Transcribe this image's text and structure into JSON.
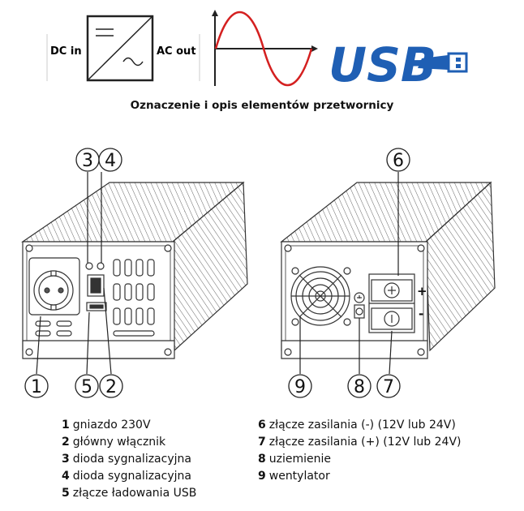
{
  "header": {
    "dc_in_label": "DC in",
    "ac_out_label": "AC out",
    "usb_logo_text": "USB",
    "title": "Oznaczenie i opis elementów przetwornicy"
  },
  "callouts": {
    "c1": "1",
    "c2": "2",
    "c3": "3",
    "c4": "4",
    "c5": "5",
    "c6": "6",
    "c7": "7",
    "c8": "8",
    "c9": "9",
    "plus_sign": "+",
    "minus_sign": "-"
  },
  "legend": {
    "left": [
      {
        "num": "1",
        "text": "gniazdo 230V"
      },
      {
        "num": "2",
        "text": "główny włącznik"
      },
      {
        "num": "3",
        "text": "dioda sygnalizacyjna"
      },
      {
        "num": "4",
        "text": "dioda sygnalizacyjna"
      },
      {
        "num": "5",
        "text": "złącze ładowania USB"
      }
    ],
    "right": [
      {
        "num": "6",
        "text": "złącze zasilania (-) (12V lub 24V)"
      },
      {
        "num": "7",
        "text": "złącze zasilania (+) (12V lub 24V)"
      },
      {
        "num": "8",
        "text": "uziemienie"
      },
      {
        "num": "9",
        "text": "wentylator"
      }
    ]
  },
  "colors": {
    "usb_blue": "#1f5fb4",
    "sine_red": "#d42020",
    "line": "#333333"
  }
}
